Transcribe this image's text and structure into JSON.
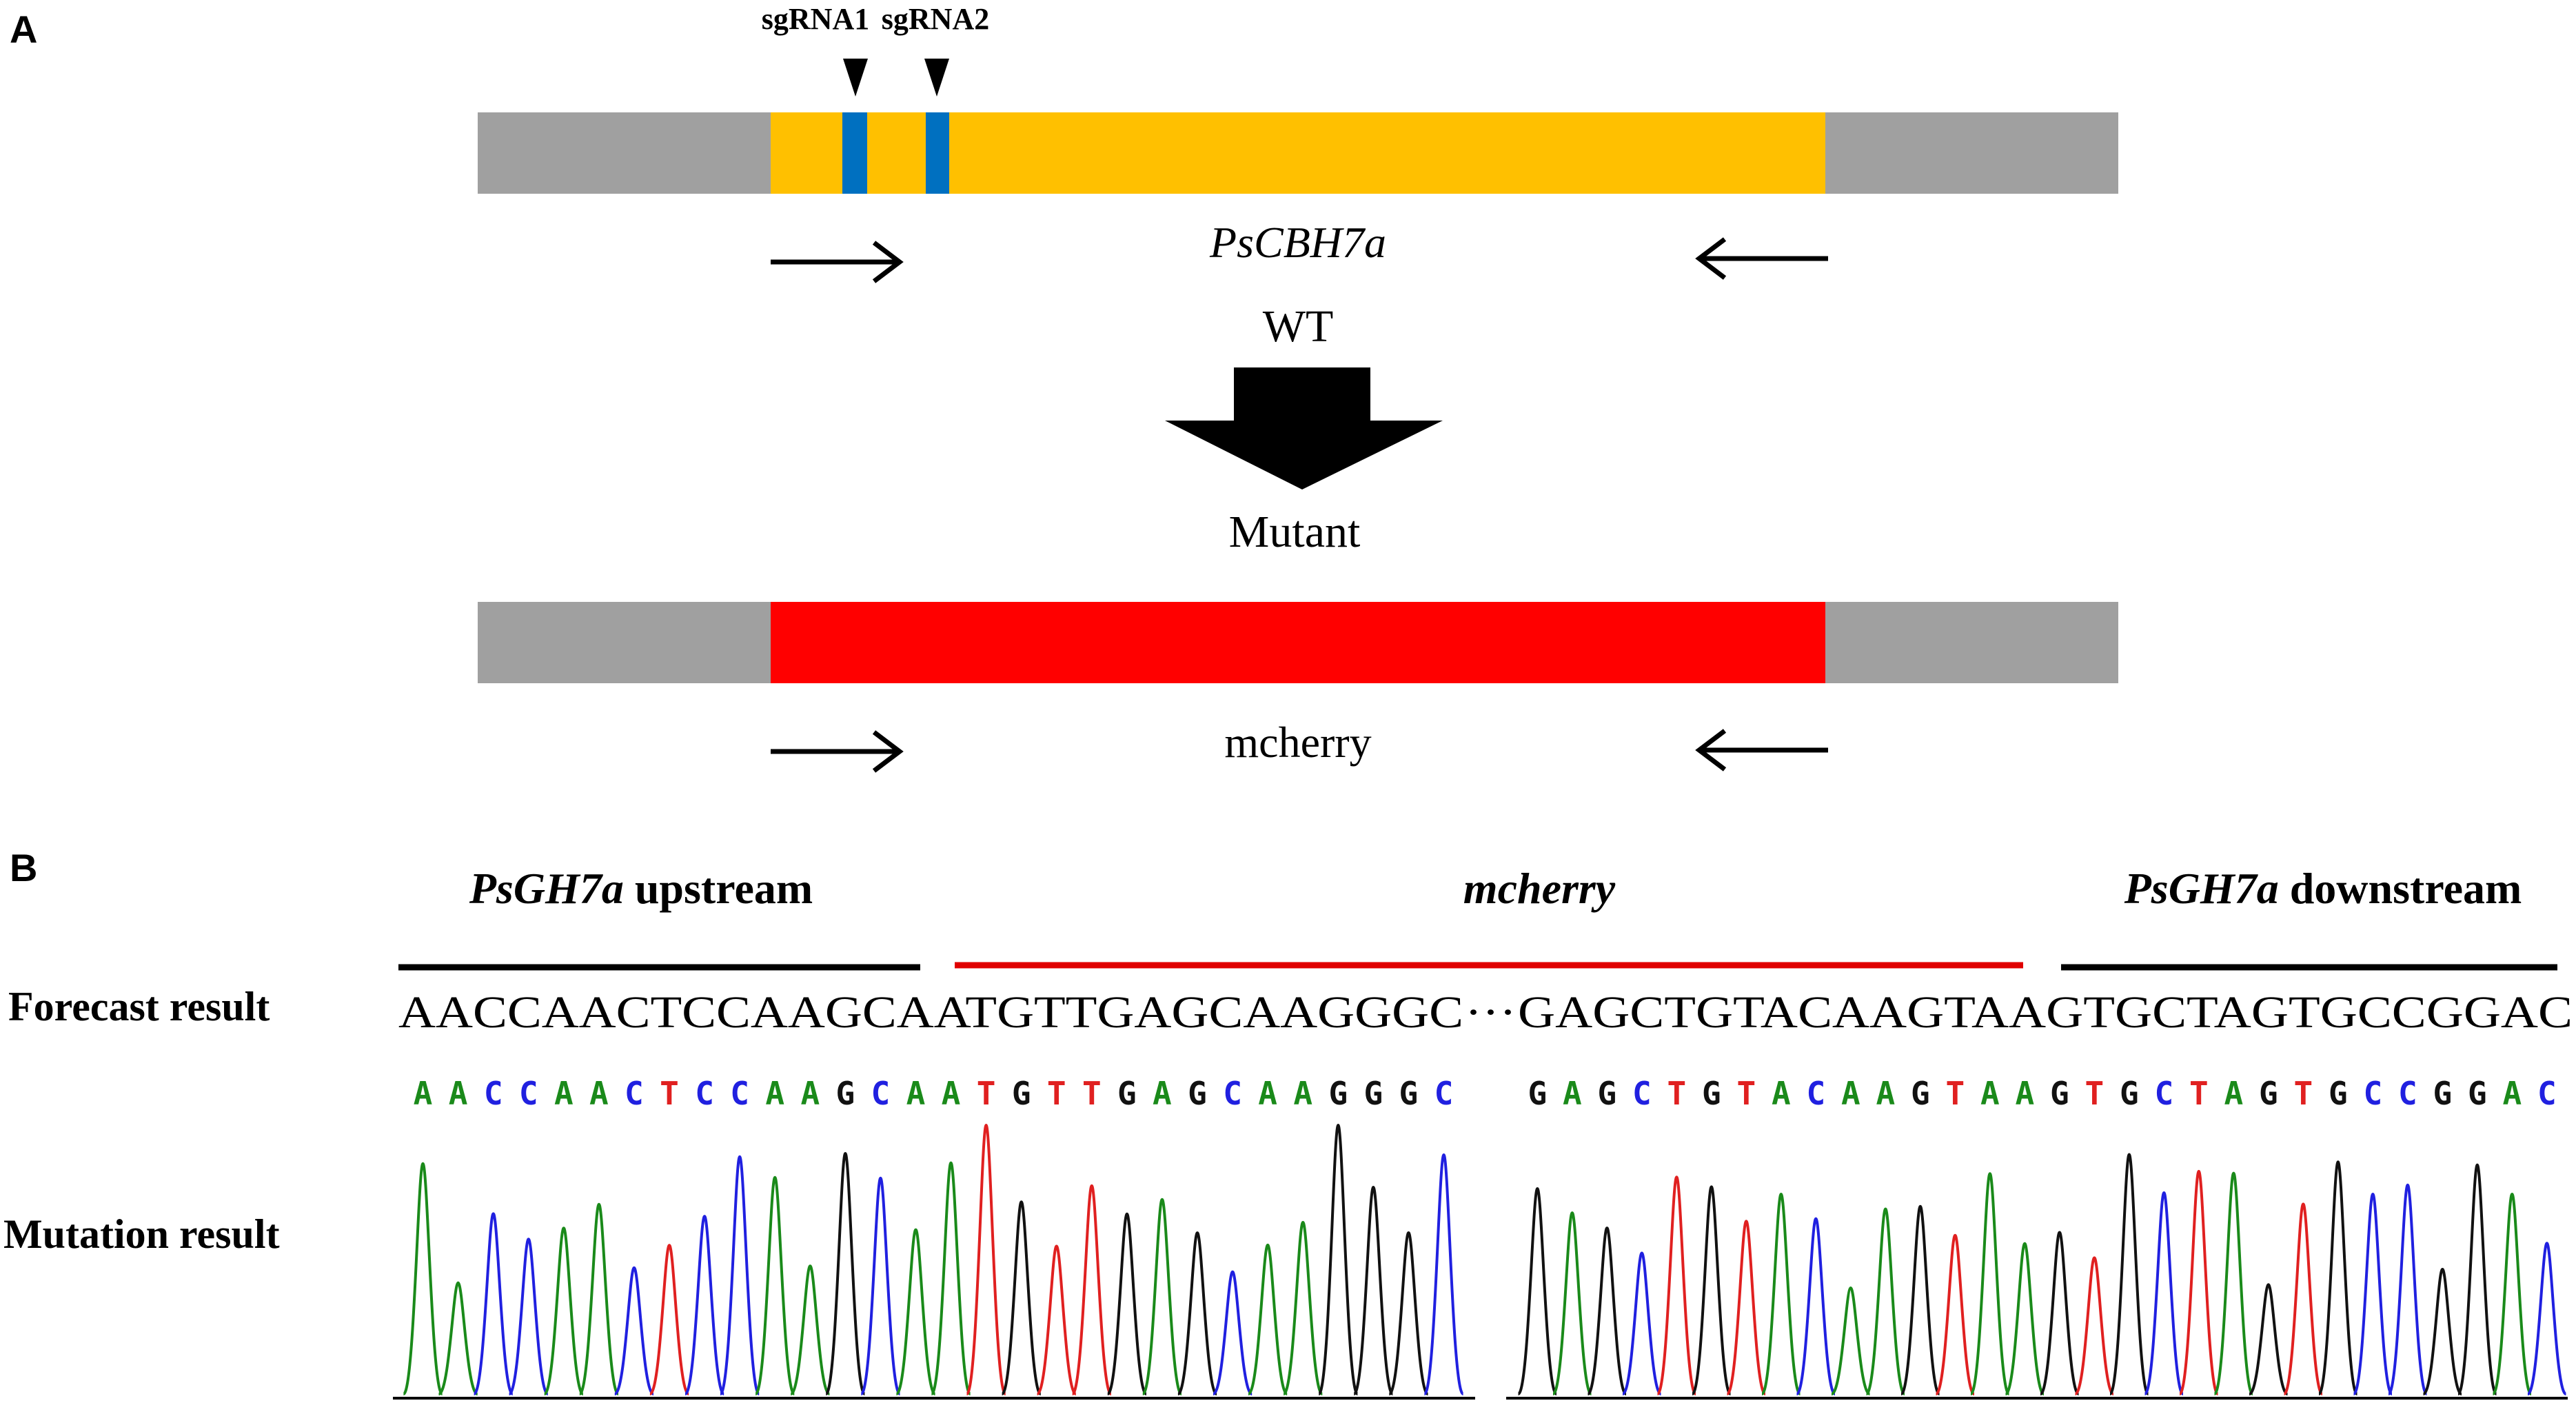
{
  "panel_a": {
    "label": "A",
    "sgrna1": "sgRNA1",
    "sgrna2": "sgRNA2",
    "gene_name": "PsCBH7a",
    "wt_label": "WT",
    "mutant_label": "Mutant",
    "mutant_gene_name": "mcherry",
    "colors": {
      "flank": "#a0a0a0",
      "gene": "#ffc000",
      "sgrna": "#0070c0",
      "mutant": "#ff0000"
    }
  },
  "panel_b": {
    "label": "B",
    "upstream_italic": "PsGH7a",
    "upstream_rest": " upstream",
    "insert_label": "mcherry",
    "downstream_italic": "PsGH7a",
    "downstream_rest": " downstream",
    "forecast_label": "Forecast result",
    "mutation_label": "Mutation result",
    "forecast_seq_1": "AACCAACTCCAAGCAATGTTGAGCAAGGGC",
    "forecast_gap": "···",
    "forecast_seq_2": "GAGCTGTACAAGTAAGTGCTAGTGCCGGAC",
    "called_seq_1": "AACCAACTCCAAGCAATGTTGAGCAAGGGC",
    "called_seq_2": "GAGCTGTACAAGTAAGTGCTAGTGCCGGAC",
    "base_colors": {
      "A": "#1a8a1a",
      "C": "#2020e0",
      "G": "#111111",
      "T": "#e02020"
    },
    "line_colors": {
      "flank": "#000000",
      "insert": "#e00000"
    }
  }
}
